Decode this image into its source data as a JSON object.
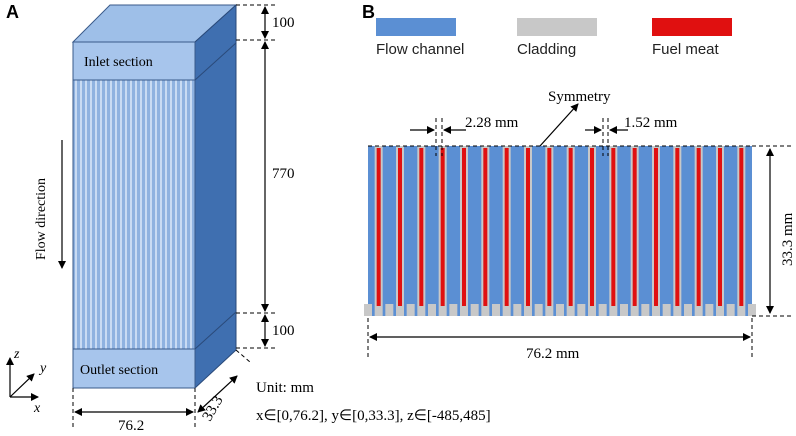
{
  "panel_a": {
    "letter": "A",
    "inlet_label": "Inlet section",
    "outlet_label": "Outlet section",
    "flow_label": "Flow direction",
    "dim_inlet": "100",
    "dim_active": "770",
    "dim_outlet": "100",
    "dim_width": "76.2",
    "dim_depth": "33.3",
    "axis_z": "z",
    "axis_y": "y",
    "axis_x": "x",
    "unit_text": "Unit: mm",
    "domain_text": "x∈[0,76.2], y∈[0,33.3], z∈[-485,485]"
  },
  "panel_b": {
    "letter": "B",
    "legend": [
      {
        "label": "Flow channel",
        "color": "#5b8fd3"
      },
      {
        "label": "Cladding",
        "color": "#c8c8c8"
      },
      {
        "label": "Fuel meat",
        "color": "#e01010"
      }
    ],
    "symmetry_label": "Symmetry",
    "dim_channel": "2.28 mm",
    "dim_cladding": "1.52 mm",
    "dim_height": "33.3 mm",
    "dim_width": "76.2 mm",
    "plate_count": 18
  },
  "colors": {
    "box_front": "#8fb2e0",
    "box_top": "#9ebfe8",
    "box_side": "#3f6fb0",
    "inlet_fill": "#a7c5ec",
    "stripe": "#c9dbf3"
  }
}
